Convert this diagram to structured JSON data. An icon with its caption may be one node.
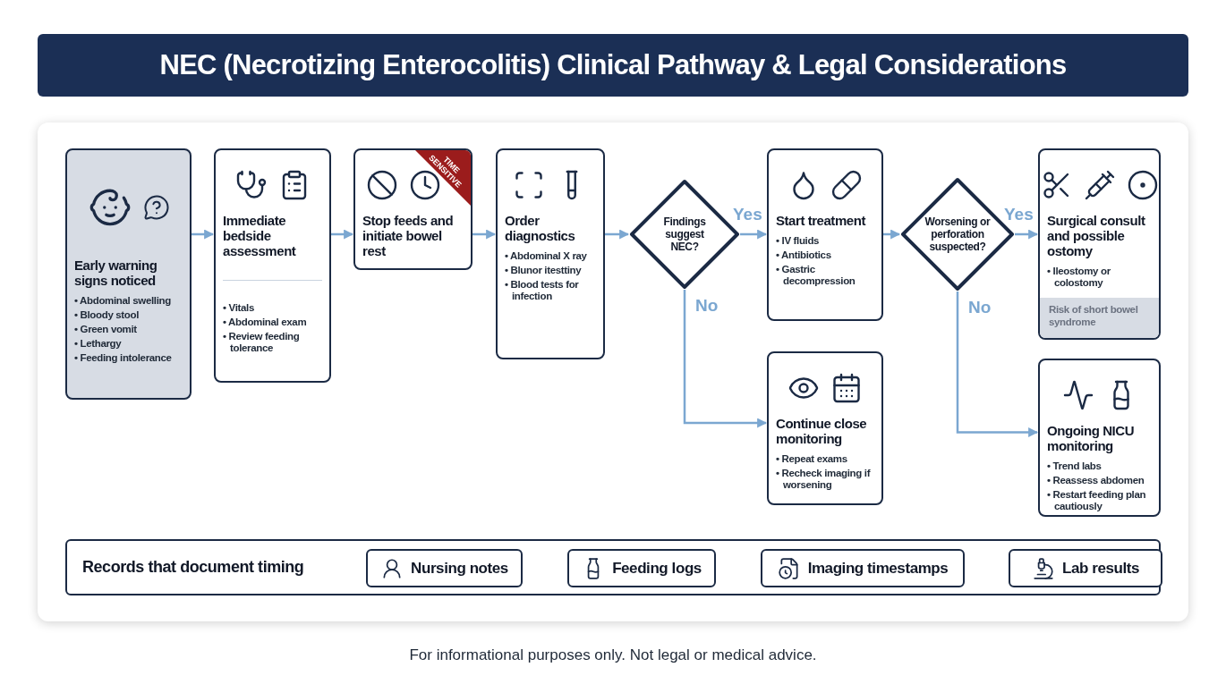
{
  "diagram": {
    "title": "NEC (Necrotizing Enterocolitis) Clinical Pathway & Legal Considerations",
    "nodes": [
      {
        "text": [
          "Early warning signs noticed",
          "• Abdominal swelling",
          "• Bloody stool",
          "• Green vomit",
          "• Lethargy",
          "• Feeding intolerance"
        ]
      },
      {
        "text": [
          "Immediate bedside assessment",
          "• Vitals",
          "• Abdominal exam",
          "• Review feeding tolerance"
        ]
      },
      {
        "text": [
          "Stop feeds and initiate bowel rest",
          "TIME SENSITIVE"
        ]
      },
      {
        "text": [
          "Order diagnostics",
          "• Abdominal X ray",
          "• Blunor itesttiny",
          "• Blood tests for infection"
        ]
      },
      {
        "text": [
          "Findings suggest NEC?"
        ]
      },
      {
        "text": [
          "Start treatment",
          "• IV fluids",
          "• Antibiotics",
          "• Gastric decompression"
        ]
      },
      {
        "text": [
          "Continue close monitoring",
          "• Repeat exams",
          "• Recheck imaging if worsening"
        ]
      },
      {
        "text": [
          "Worsening or perforation suspected?"
        ]
      },
      {
        "text": [
          "Surgical consult and possible ostomy",
          "• Ileostomy or colostomy"
        ]
      },
      {
        "text": [
          "Risk of short bowel syndrome"
        ],
        "in": 8
      },
      {
        "text": [
          "Ongoing NICU monitoring",
          "• Trend labs",
          "• Reassess abdomen",
          "• Restart feeding plan cautiously"
        ]
      },
      {
        "text": [
          "Records that document timing"
        ]
      },
      {
        "text": [
          "Nursing notes"
        ],
        "in": 11
      },
      {
        "text": [
          "Feeding logs"
        ],
        "in": 11
      },
      {
        "text": [
          "Imaging timestamps"
        ],
        "in": 11
      },
      {
        "text": [
          "Lab results"
        ],
        "in": 11
      }
    ],
    "edges": [
      {
        "from": 0,
        "to": 1,
        "arrow": "to"
      },
      {
        "from": 1,
        "to": 2,
        "arrow": "to"
      },
      {
        "from": 2,
        "to": 3,
        "arrow": "to"
      },
      {
        "from": 3,
        "to": 4,
        "arrow": "to"
      },
      {
        "from": 4,
        "to": 5,
        "arrow": "to",
        "label": "Yes"
      },
      {
        "from": 4,
        "to": 6,
        "arrow": "to",
        "label": "No"
      },
      {
        "from": 5,
        "to": 7,
        "arrow": "to"
      },
      {
        "from": 7,
        "to": 8,
        "arrow": "to",
        "label": "Yes"
      },
      {
        "from": 7,
        "to": 10,
        "arrow": "to",
        "label": "No"
      }
    ],
    "labels": [
      "For informational purposes only. Not legal or medical advice."
    ]
  }
}
